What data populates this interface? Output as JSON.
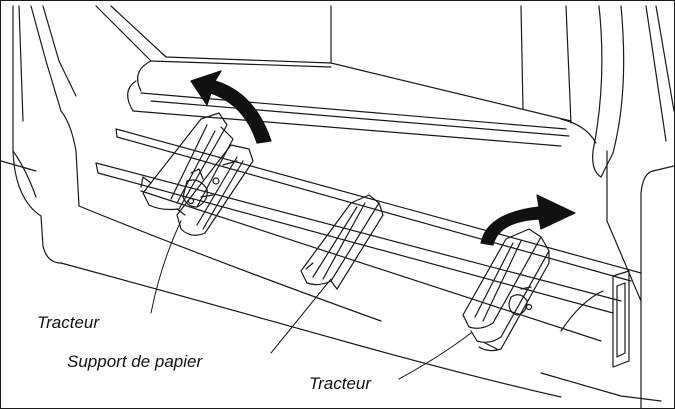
{
  "labels": {
    "tractor_left": "Tracteur",
    "paper_support": "Support de papier",
    "tractor_right": "Tracteur"
  },
  "colors": {
    "line": "#1a1a1a",
    "arrow_fill": "#111111",
    "background": "#ffffff"
  }
}
